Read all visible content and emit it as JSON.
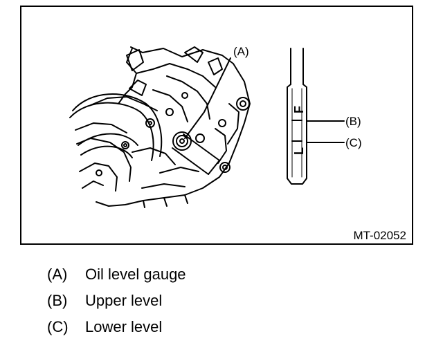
{
  "figure": {
    "code": "MT-02052",
    "callouts": {
      "a": "(A)",
      "b": "(B)",
      "c": "(C)"
    },
    "gauge_marks": {
      "full": "F",
      "low": "L"
    }
  },
  "legend": [
    {
      "key": "(A)",
      "text": "Oil level gauge"
    },
    {
      "key": "(B)",
      "text": "Upper level"
    },
    {
      "key": "(C)",
      "text": "Lower level"
    }
  ]
}
